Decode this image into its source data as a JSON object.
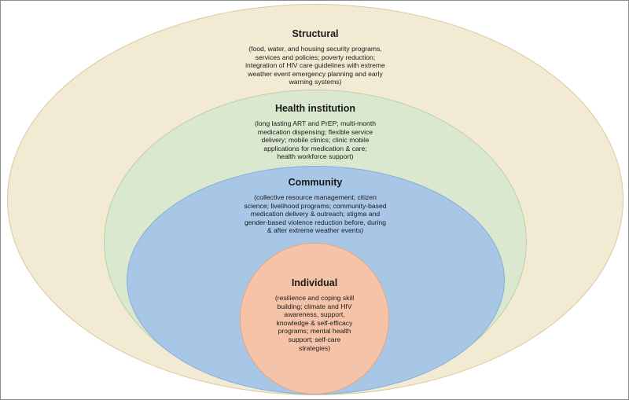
{
  "layers": [
    {
      "title": "Structural",
      "description": "(food, water, and housing security programs,\nservices and policies; poverty reduction;\nintegration of HIV care guidelines with extreme\nweather event emergency planning and early\nwarning systems)",
      "color": "#f3ead4"
    },
    {
      "title": "Health institution",
      "description": "(long lasting ART and PrEP; multi-month\nmedication dispensing; flexible service\ndelivery; mobile clinics; clinic mobile\napplications for medication & care;\nhealth workforce support)",
      "color": "#dbe8d0"
    },
    {
      "title": "Community",
      "description": "(collective resource management; citizen\nscience; livelihood programs; community-based\nmedication delivery & outreach; stigma and\ngender-based violence reduction before, during\n& after extreme weather events)",
      "color": "#a8c6e6"
    },
    {
      "title": "Individual",
      "description": "(resilience and coping skill\nbuilding; climate and HIV\nawareness, support,\nknowledge & self-efficacy\nprograms; mental health\nsupport; self-care\nstrategies)",
      "color": "#f5c4a8"
    }
  ]
}
